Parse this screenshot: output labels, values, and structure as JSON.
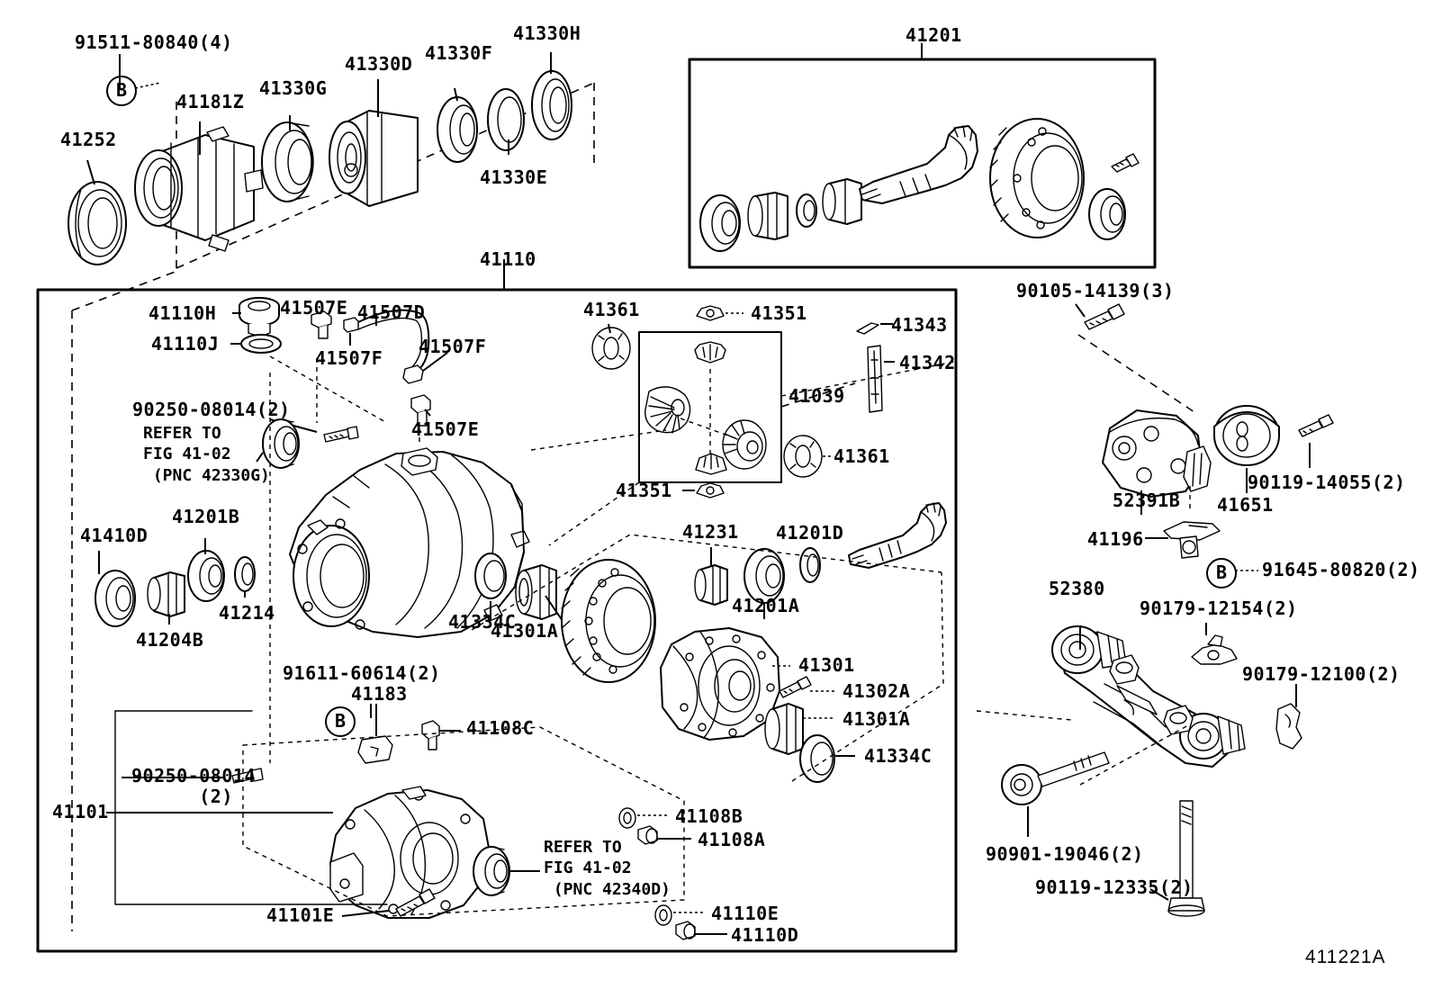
{
  "diagram": {
    "id": "411221A",
    "figure_reference_1": "REFER TO\nFIG 41-02\n (PNC 42330G)",
    "figure_reference_2": "REFER TO\nFIG 41-02\n (PNC 42340D)",
    "marker_b": "B"
  },
  "labels": {
    "top_assembly": {
      "bolt_flange": "91511-80840(4)",
      "carrier_case": "41181Z",
      "oil_seal_outer": "41252",
      "bearing_g": "41330G",
      "coupling": "41330D",
      "bearing_f": "41330F",
      "shim_e": "41330E",
      "seal_h": "41330H"
    },
    "ring_pinion_box": {
      "kit": "41201"
    },
    "main_frame": {
      "carrier_assy": "41110",
      "filler_plug": "41110H",
      "gasket_plug": "41110J",
      "breather_plug_e": "41507E",
      "breather_hose": "41507D",
      "clamp_f": "41507F",
      "clip_f2": "41507F",
      "breather_e2": "41507E",
      "bolt_90250": "90250-08014(2)",
      "bearing_41201b": "41201B",
      "seal_41410d": "41410D",
      "spacer_41204b": "41204B",
      "washer_41214": "41214",
      "bolt_91611": "91611-60614(2)",
      "plate_41183": "41183",
      "plug_41108c": "41108C",
      "bolt_90250_b": "90250-08014\n      (2)",
      "rear_cover": "41101",
      "bolt_41101e": "41101E",
      "washer_41108b": "41108B",
      "plug_41108a": "41108A",
      "washer_41110e": "41110E",
      "plug_41110d": "41110D",
      "side_bearing_41334c_l": "41334C",
      "race_41301a_l": "41301A",
      "diff_case_41301": "41301",
      "bolt_41302a": "41302A",
      "race_41301a_r": "41301A",
      "side_bearing_41334c_r": "41334C",
      "spacer_41231": "41231",
      "bearing_41201a": "41201A",
      "washer_41201d": "41201D",
      "washer_41361_top": "41361",
      "washer_41351_top": "41351",
      "spider_kit_41039": "41039",
      "pin_41343": "41343",
      "shaft_41342": "41342",
      "washer_41361_bot": "41361",
      "washer_41351_bot": "41351"
    },
    "mounts": {
      "bolt_90105": "90105-14139(3)",
      "bracket_52391b": "52391B",
      "cushion_41651": "41651",
      "bolt_90119_14055": "90119-14055(2)",
      "stopper_41196": "41196",
      "bolt_91645": "91645-80820(2)",
      "crossmember_52380": "52380",
      "clip_90179_12154": "90179-12154(2)",
      "clip_90179_12100": "90179-12100(2)",
      "bolt_90901_19046": "90901-19046(2)",
      "bolt_90119_12335": "90119-12335(2)"
    }
  }
}
